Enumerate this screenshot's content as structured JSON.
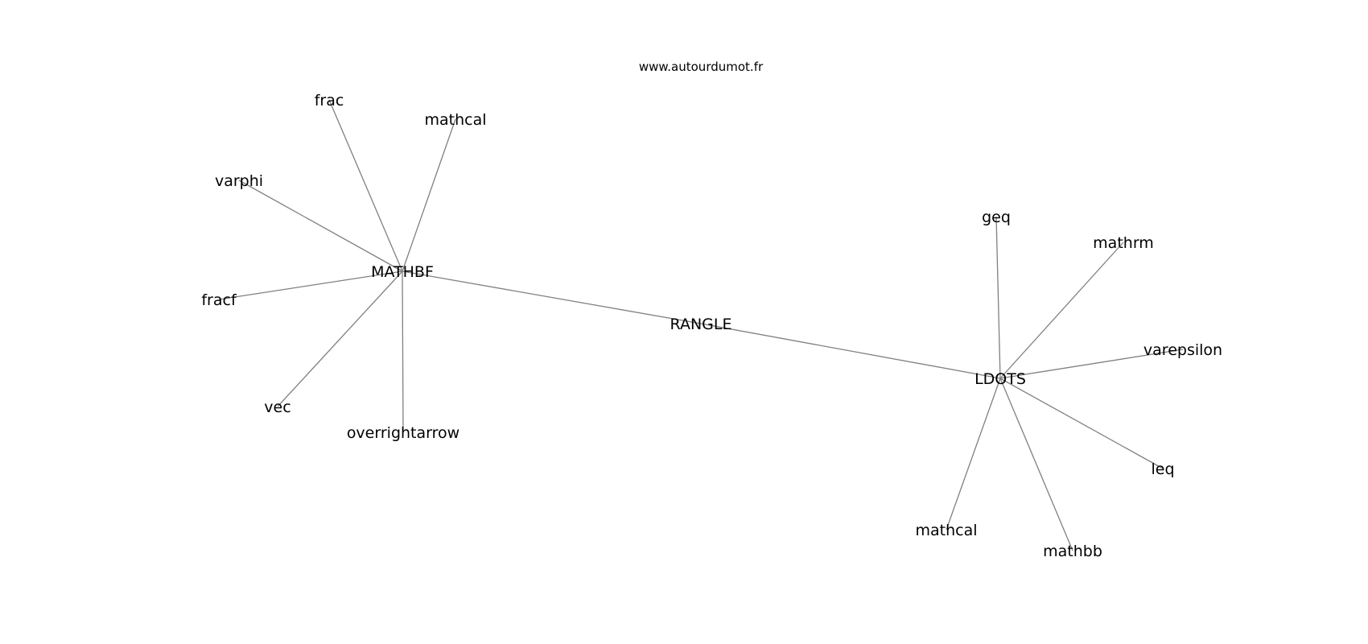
{
  "header": {
    "site_url": "www.autourdumot.fr"
  },
  "graph": {
    "nodes": [
      {
        "id": "rangle",
        "label": "RANGLE"
      },
      {
        "id": "mathbf",
        "label": "MATHBF"
      },
      {
        "id": "ldots",
        "label": "LDOTS"
      },
      {
        "id": "frac",
        "label": "frac"
      },
      {
        "id": "mathcal-1",
        "label": "mathcal"
      },
      {
        "id": "varphi",
        "label": "varphi"
      },
      {
        "id": "fracf",
        "label": "fracf"
      },
      {
        "id": "vec",
        "label": "vec"
      },
      {
        "id": "overrightarrow",
        "label": "overrightarrow"
      },
      {
        "id": "geq",
        "label": "geq"
      },
      {
        "id": "mathrm",
        "label": "mathrm"
      },
      {
        "id": "varepsilon",
        "label": "varepsilon"
      },
      {
        "id": "leq",
        "label": "leq"
      },
      {
        "id": "mathbb",
        "label": "mathbb"
      },
      {
        "id": "mathcal-2",
        "label": "mathcal"
      }
    ],
    "edges": [
      [
        "rangle",
        "mathbf"
      ],
      [
        "rangle",
        "ldots"
      ],
      [
        "mathbf",
        "frac"
      ],
      [
        "mathbf",
        "mathcal-1"
      ],
      [
        "mathbf",
        "varphi"
      ],
      [
        "mathbf",
        "fracf"
      ],
      [
        "mathbf",
        "vec"
      ],
      [
        "mathbf",
        "overrightarrow"
      ],
      [
        "ldots",
        "geq"
      ],
      [
        "ldots",
        "mathrm"
      ],
      [
        "ldots",
        "varepsilon"
      ],
      [
        "ldots",
        "leq"
      ],
      [
        "ldots",
        "mathbb"
      ],
      [
        "ldots",
        "mathcal-2"
      ]
    ],
    "edge_color": "#808080",
    "label_color": "#000000"
  }
}
